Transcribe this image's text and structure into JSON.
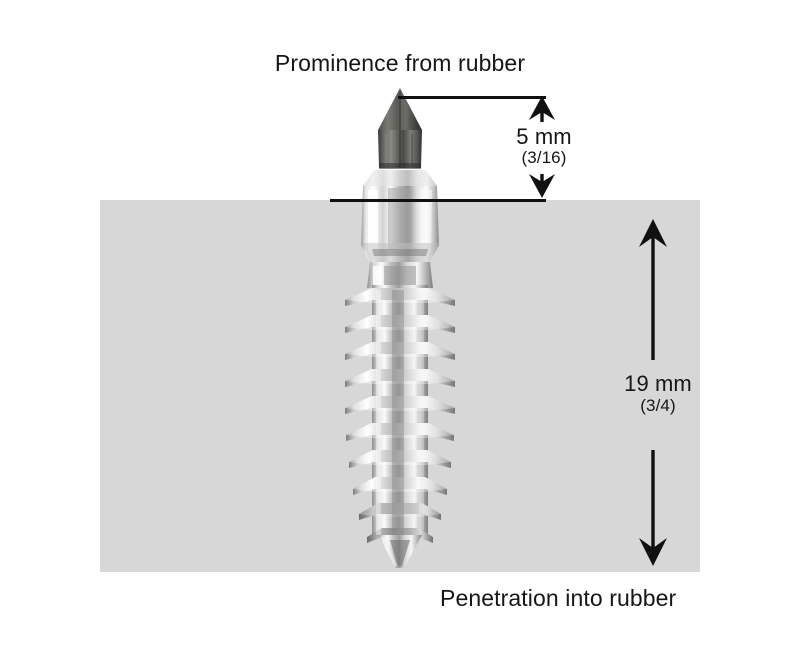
{
  "diagram": {
    "title_top": "Prominence from rubber",
    "title_bottom": "Penetration into rubber",
    "background_color": "#ffffff",
    "rubber_color": "#d7d7d7",
    "line_color": "#101010"
  },
  "dimensions": {
    "prominence": {
      "value_metric": "5 mm",
      "value_imperial": "(3/16)"
    },
    "penetration": {
      "value_metric": "19 mm",
      "value_imperial": "(3/4)"
    }
  },
  "stud": {
    "carbide_tip_color": "#545450",
    "chrome_body_color": "#cfcfcf",
    "chrome_highlight_color": "#fdfdfd",
    "chrome_shadow_color": "#8d8d8d"
  }
}
